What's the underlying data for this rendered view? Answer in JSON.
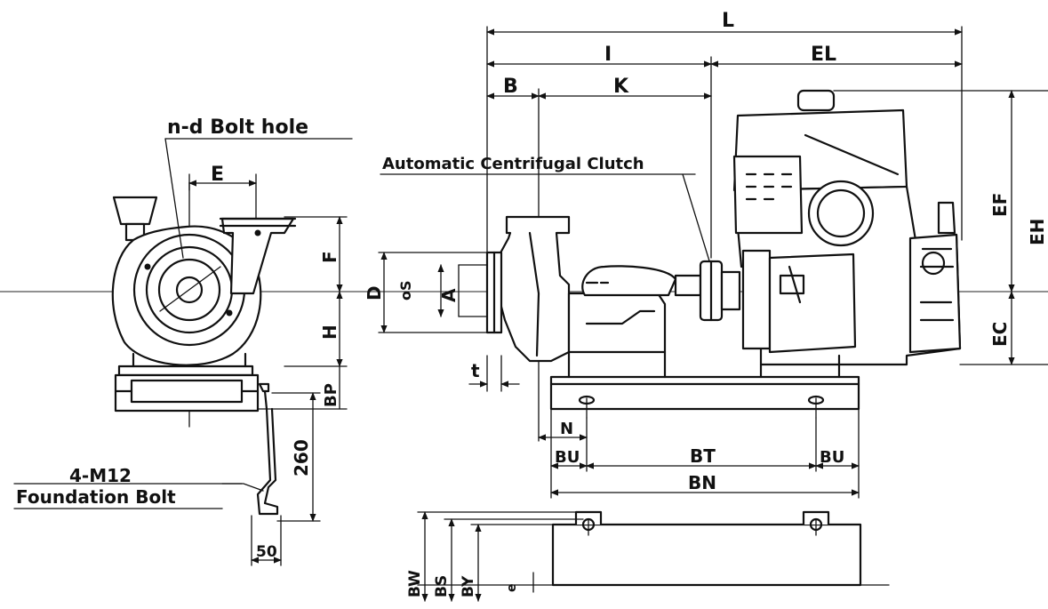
{
  "labels": {
    "bolt_hole": "n-d  Bolt hole",
    "clutch": "Automatic Centrifugal Clutch",
    "foundation_bolt_size": "4-M12",
    "foundation_bolt": "Foundation Bolt"
  },
  "dimensions": {
    "L": "L",
    "I": "I",
    "EL": "EL",
    "B": "B",
    "K": "K",
    "E": "E",
    "F": "F",
    "H": "H",
    "D": "D",
    "A": "A",
    "oS": "oS",
    "t": "t",
    "BP": "BP",
    "bolt_len": "260",
    "bolt_foot": "50",
    "N": "N",
    "BU_left": "BU",
    "BT": "BT",
    "BU_right": "BU",
    "BN": "BN",
    "EF": "EF",
    "EH": "EH",
    "EC": "EC",
    "BW": "BW",
    "BS": "BS",
    "BY": "BY",
    "e": "e"
  }
}
